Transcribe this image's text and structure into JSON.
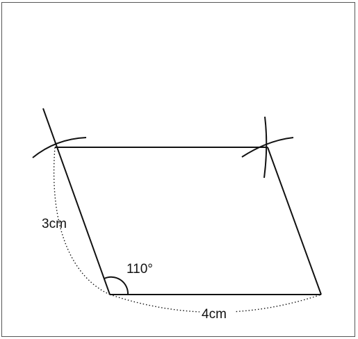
{
  "figure": {
    "side_short_label": "3cm",
    "side_long_label": "4cm",
    "angle_label": "110°"
  },
  "colors": {
    "line": "#111111",
    "frame": "#555555",
    "background": "#ffffff"
  }
}
